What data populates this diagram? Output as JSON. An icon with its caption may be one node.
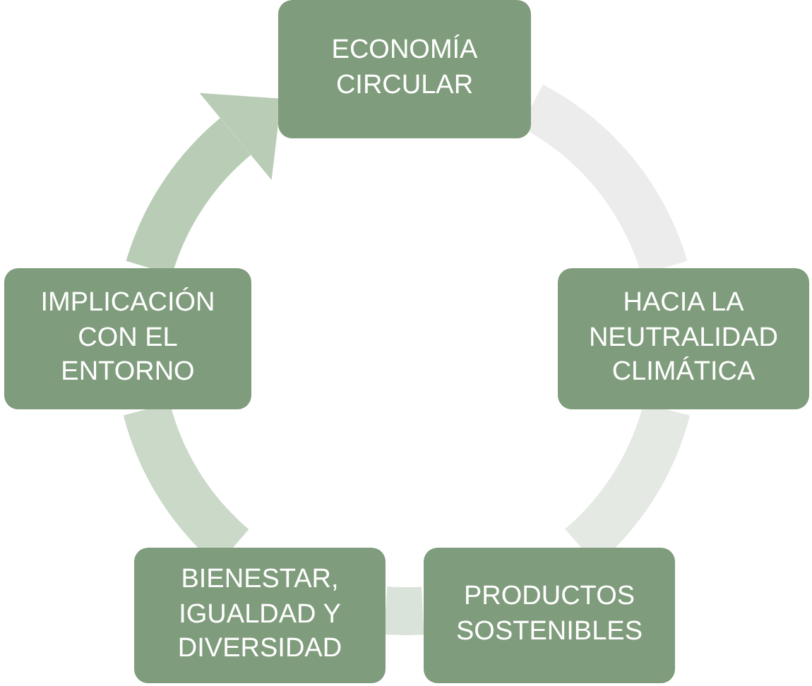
{
  "diagram": {
    "nodes": [
      {
        "text": [
          "ECONOMÍA CIRCULAR"
        ]
      },
      {
        "text": [
          "HACIA LA NEUTRALIDAD CLIMÁTICA"
        ]
      },
      {
        "text": [
          "PRODUCTOS SOSTENIBLES"
        ]
      },
      {
        "text": [
          "BIENESTAR, IGUALDAD Y DIVERSIDAD"
        ]
      },
      {
        "text": [
          "IMPLICACIÓN CON EL ENTORNO"
        ]
      }
    ],
    "edges": [
      {
        "from": 0,
        "to": 1,
        "arrow": "none",
        "color": "#ececec"
      },
      {
        "from": 1,
        "to": 2,
        "arrow": "none",
        "color": "#e5e9e4"
      },
      {
        "from": 2,
        "to": 3,
        "arrow": "none",
        "color": "#dae3d9"
      },
      {
        "from": 3,
        "to": 4,
        "arrow": "none",
        "color": "#cad9c8"
      },
      {
        "from": 4,
        "to": 0,
        "arrow": "to",
        "color": "#b9cdb6"
      }
    ]
  }
}
